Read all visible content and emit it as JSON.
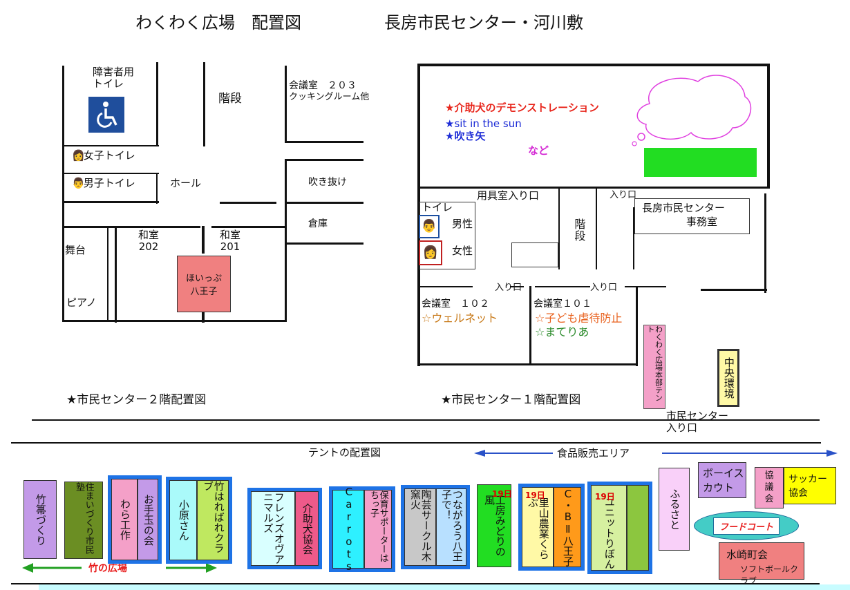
{
  "title": "わくわく広場　配置図",
  "subtitle": "長房市民センター・河川敷",
  "floor2": {
    "caption": "★市民センター２階配置図",
    "accessible_toilet": [
      "障害者用",
      "トイレ"
    ],
    "stairs": "階段",
    "meeting203": [
      "会議室　２０３",
      "クッキングルーム他"
    ],
    "womens_toilet": "女子トイレ",
    "mens_toilet": "男子トイレ",
    "hall": "ホール",
    "atrium": "吹き抜け",
    "storage": "倉庫",
    "stage": "舞台",
    "piano": "ピアノ",
    "room202": [
      "和室",
      "202"
    ],
    "room201": [
      "和室",
      "201"
    ],
    "hoippu": [
      "ほいっぷ",
      "八王子"
    ]
  },
  "floor1": {
    "caption": "★市民センター１階配置図",
    "events": [
      "★介助犬のデモンストレーション",
      "★sit in the sun",
      "★吹き矢"
    ],
    "etc": "など",
    "equipment_entrance": "用具室入り口",
    "entrance": "入り口",
    "office": [
      "長房市民センター",
      "事務室"
    ],
    "toilet": "トイレ",
    "male": "男性",
    "female": "女性",
    "stairs": "階段",
    "entrance102": "入り口",
    "entrance101": "入り口",
    "room102": "会議室　１０２",
    "room102_group": "☆ウェルネット",
    "room101": "会議室１０１",
    "room101_groups": [
      "☆子ども虐待防止",
      "☆まてりあ"
    ],
    "headquarters_tent": "わくわく広場本部テント",
    "central_env": "中央環境",
    "center_entrance": [
      "市民センター",
      "入り口"
    ]
  },
  "tents": {
    "heading": "テントの配置図",
    "food_area": "食品販売エリア",
    "takenohiroba": "竹の広場",
    "foodcourt": "フードコート",
    "items": [
      {
        "id": "take",
        "label": "竹箒づくり"
      },
      {
        "id": "sumai",
        "label": "住まいづくり市民塾"
      },
      {
        "id": "wara",
        "label": "わら工作"
      },
      {
        "id": "otedama",
        "label": "お手玉の会"
      },
      {
        "id": "ohara",
        "label": "小原さん"
      },
      {
        "id": "takehare",
        "label": "竹はればれクラブ"
      },
      {
        "id": "friends",
        "label": "フレンズオヴアニマルズ"
      },
      {
        "id": "kaijoken",
        "label": "介助犬協会"
      },
      {
        "id": "carrots",
        "label": "Carrots"
      },
      {
        "id": "hoiku",
        "label": "保育サポーターはちっ子"
      },
      {
        "id": "tougei",
        "label": "陶芸サークル木窯火"
      },
      {
        "id": "tsunagarou",
        "label": "つながろう八王子で！"
      },
      {
        "id": "kobo",
        "label": "工房みどりの風",
        "day": "19日"
      },
      {
        "id": "satoyama",
        "label": "里山農業くらぶ",
        "day": "19日"
      },
      {
        "id": "cb2",
        "label": "C・BⅡ八王子"
      },
      {
        "id": "unit",
        "label": "ユニットりぼん",
        "day": "19日"
      },
      {
        "id": "furusato",
        "label": "ふるさと"
      },
      {
        "id": "boyscout",
        "label": [
          "ボーイス",
          "カウト"
        ]
      },
      {
        "id": "kyogikai",
        "label": [
          "協",
          "議",
          "会"
        ]
      },
      {
        "id": "soccer",
        "label": [
          "サッカー",
          "協会"
        ]
      },
      {
        "id": "mizusaki",
        "label": [
          "水崎町会",
          "ソフトボールクラブ"
        ]
      }
    ]
  },
  "colors": {
    "wall": "#111111",
    "accessible": "#1f4e9c",
    "green_field": "#22dd22",
    "hoippu": "#f08080",
    "tent_outline": "#1e73e6"
  }
}
